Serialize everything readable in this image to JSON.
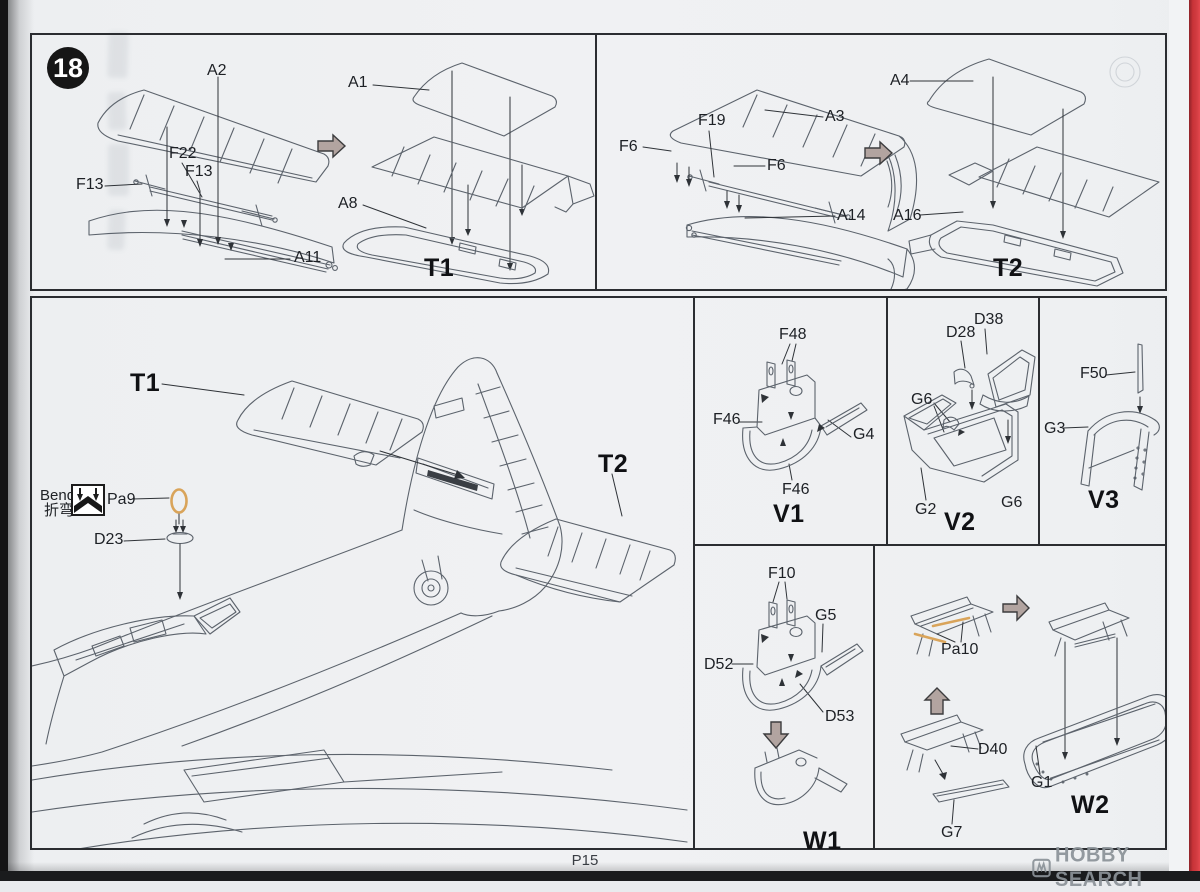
{
  "page": {
    "step_badge": "18",
    "page_number": "P15",
    "watermark_text": "HOBBY SEARCH",
    "colors": {
      "paper": "#eef0f2",
      "line": "#5c636c",
      "label": "#1d2025",
      "arrow_fill": "#b2a4a0",
      "etch_part": "#d9a45a",
      "binding_red": "#d23c41",
      "watermark_gray": "#8b9298",
      "border": "#2b2d31",
      "badge": "#161616"
    }
  },
  "bend_note": {
    "en": "Bend",
    "zh": "折弯"
  },
  "top_left": {
    "exploded": {
      "a2": "A2",
      "f22": "F22",
      "f13_right": "F13",
      "f13_left": "F13",
      "a11": "A11"
    },
    "result": {
      "a1": "A1",
      "a8": "A8",
      "name": "T1"
    }
  },
  "top_right": {
    "exploded": {
      "f19": "F19",
      "f6_left": "F6",
      "a3": "A3",
      "f6_right": "F6",
      "a14": "A14"
    },
    "result": {
      "a4": "A4",
      "a16": "A16",
      "name": "T2"
    }
  },
  "main": {
    "t1": "T1",
    "t2": "T2",
    "pa9": "Pa9",
    "d23": "D23"
  },
  "v1": {
    "f48": "F48",
    "f46_left": "F46",
    "g4": "G4",
    "f46_bottom": "F46",
    "name": "V1"
  },
  "v2": {
    "d28": "D28",
    "d38": "D38",
    "g6_left": "G6",
    "g2": "G2",
    "g6_right": "G6",
    "name": "V2"
  },
  "v3": {
    "f50": "F50",
    "g3": "G3",
    "name": "V3"
  },
  "w1": {
    "f10": "F10",
    "g5": "G5",
    "d52": "D52",
    "d53": "D53",
    "name": "W1"
  },
  "w2": {
    "pa10": "Pa10",
    "d40": "D40",
    "g7": "G7",
    "g1": "G1",
    "name": "W2"
  }
}
